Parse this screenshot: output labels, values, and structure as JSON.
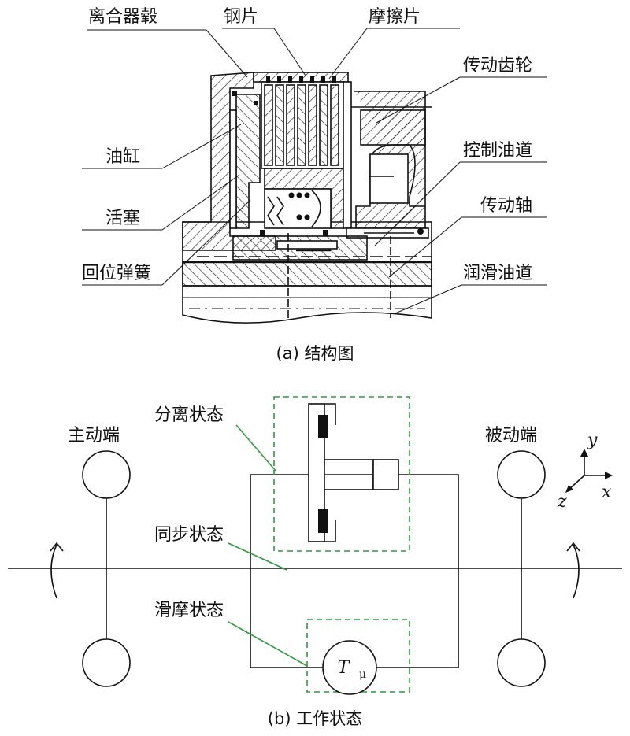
{
  "part_a": {
    "caption": "(a) 结构图",
    "labels": {
      "hub": "离合器毂",
      "steel_plate": "钢片",
      "friction_plate": "摩擦片",
      "drive_gear": "传动齿轮",
      "cylinder": "油缸",
      "control_oil": "控制油道",
      "piston": "活塞",
      "drive_shaft": "传动轴",
      "return_spring": "回位弹簧",
      "lube_oil": "润滑油道"
    }
  },
  "part_b": {
    "caption": "(b) 工作状态",
    "labels": {
      "driving_end": "主动端",
      "driven_end": "被动端",
      "separated": "分离状态",
      "synchronous": "同步状态",
      "slipping": "滑摩状态",
      "torque_symbol": "T",
      "torque_subscript": "μ",
      "axis_x": "x",
      "axis_y": "y",
      "axis_z": "z"
    },
    "colors": {
      "leader_green": "#2f9a3f"
    }
  }
}
